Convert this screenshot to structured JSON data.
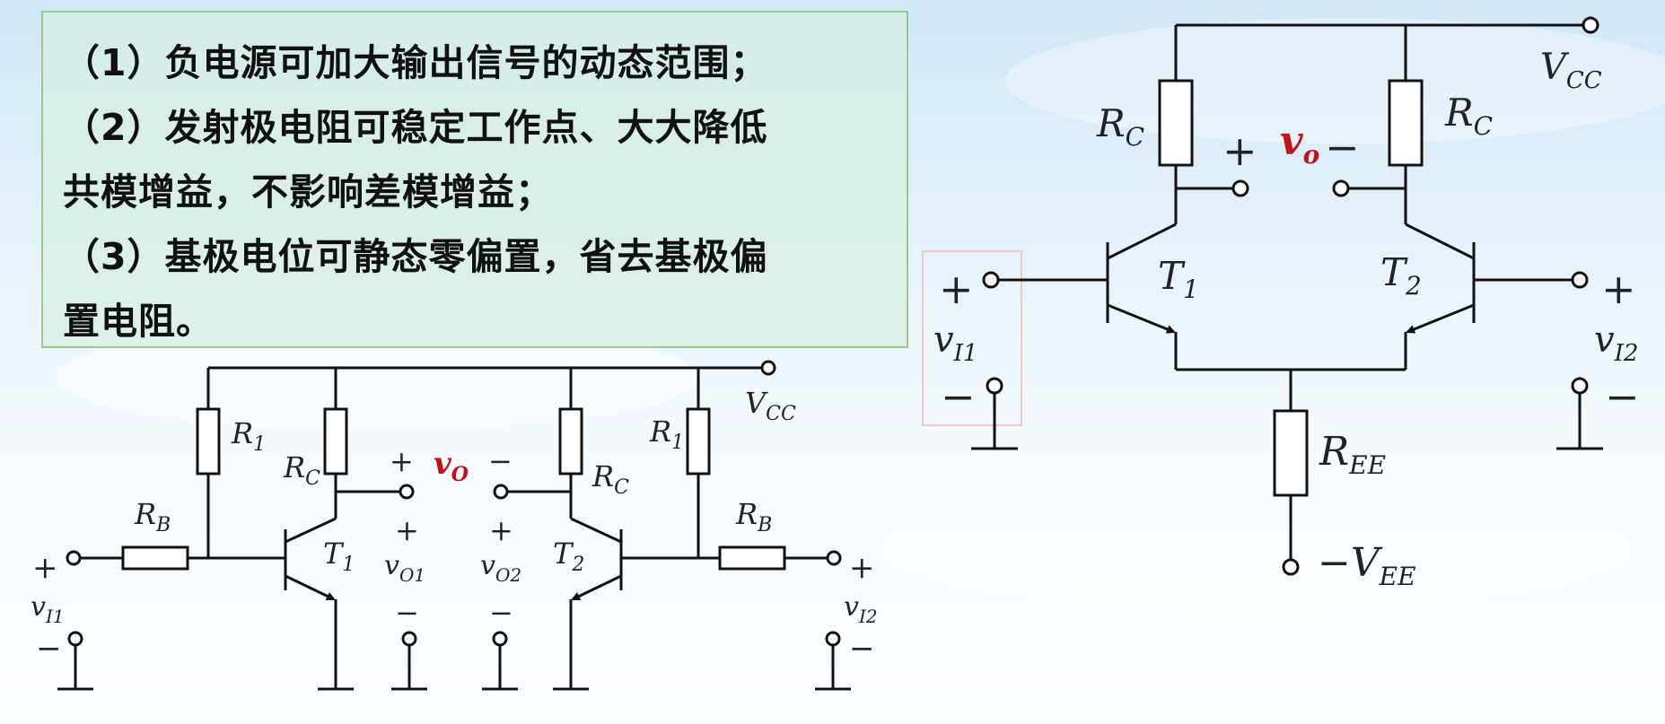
{
  "text_panel": {
    "lines": [
      "（1）负电源可加大输出信号的动态范围；",
      "（2）发射极电阻可稳定工作点、大大降低",
      "共模增益，不影响差模增益；",
      "（3）基极电位可静态零偏置，省去基极偏",
      "置电阻。"
    ]
  },
  "left_circuit": {
    "vcc": "V",
    "vcc_sub": "CC",
    "r1_left": "R",
    "r1_left_sub": "1",
    "r1_right": "R",
    "r1_right_sub": "1",
    "rc_left": "R",
    "rc_left_sub": "C",
    "rc_right": "R",
    "rc_right_sub": "C",
    "rb_left": "R",
    "rb_left_sub": "B",
    "rb_right": "R",
    "rb_right_sub": "B",
    "t1": "T",
    "t1_sub": "1",
    "t2": "T",
    "t2_sub": "2",
    "vo": "v",
    "vo_sub": "O",
    "vo1": "v",
    "vo1_sub": "O1",
    "vo2": "v",
    "vo2_sub": "O2",
    "vi1": "v",
    "vi1_sub": "I1",
    "vi2": "v",
    "vi2_sub": "I2",
    "plus": "+",
    "minus": "−"
  },
  "right_circuit": {
    "vcc": "V",
    "vcc_sub": "CC",
    "rc_left": "R",
    "rc_left_sub": "C",
    "rc_right": "R",
    "rc_right_sub": "C",
    "t1": "T",
    "t1_sub": "1",
    "t2": "T",
    "t2_sub": "2",
    "vo": "v",
    "vo_sub": "o",
    "vi1": "v",
    "vi1_sub": "I1",
    "vi2": "v",
    "vi2_sub": "I2",
    "ree": "R",
    "ree_sub": "EE",
    "vee": "−V",
    "vee_sub": "EE",
    "plus": "+",
    "minus": "−"
  },
  "colors": {
    "output_label": "#c0141a",
    "panel_border": "#9cc98a"
  }
}
